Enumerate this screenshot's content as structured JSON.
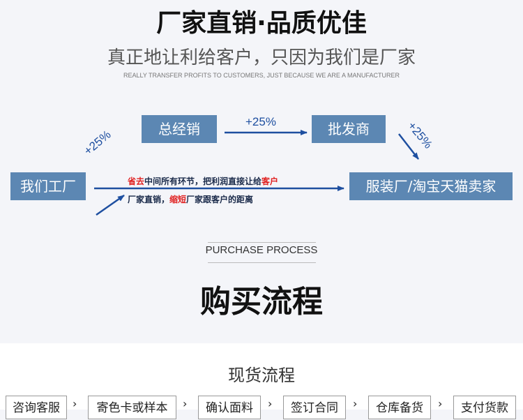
{
  "header": {
    "title": "厂家直销·品质优佳",
    "subtitle": "真正地让利给客户，只因为我们是厂家",
    "subtitle_en": "REALLY TRANSFER PROFITS TO CUSTOMERS, JUST BECAUSE WE ARE A MANUFACTURER"
  },
  "flow": {
    "box_general": "总经销",
    "box_wholesale": "批发商",
    "box_factory": "我们工厂",
    "box_buyer": "服装厂/淘宝天猫卖家",
    "pct_top": "+25%",
    "pct_left": "+25%",
    "pct_right": "+25%",
    "note1_red1": "省去",
    "note1_mid": "中间所有环节，把利润直接让给",
    "note1_red2": "客户",
    "note2_start": "厂家直销，",
    "note2_red": "缩短",
    "note2_end": "厂家跟客户的距离"
  },
  "section": {
    "en": "PURCHASE PROCESS",
    "title": "购买流程"
  },
  "process": {
    "title": "现货流程",
    "steps": [
      "咨询客服",
      "寄色卡或样本",
      "确认面料",
      "签订合同",
      "仓库备货",
      "支付货款"
    ]
  },
  "colors": {
    "box": "#5c87b3",
    "arrow": "#1e4fa0",
    "accent_red": "#e02020"
  }
}
